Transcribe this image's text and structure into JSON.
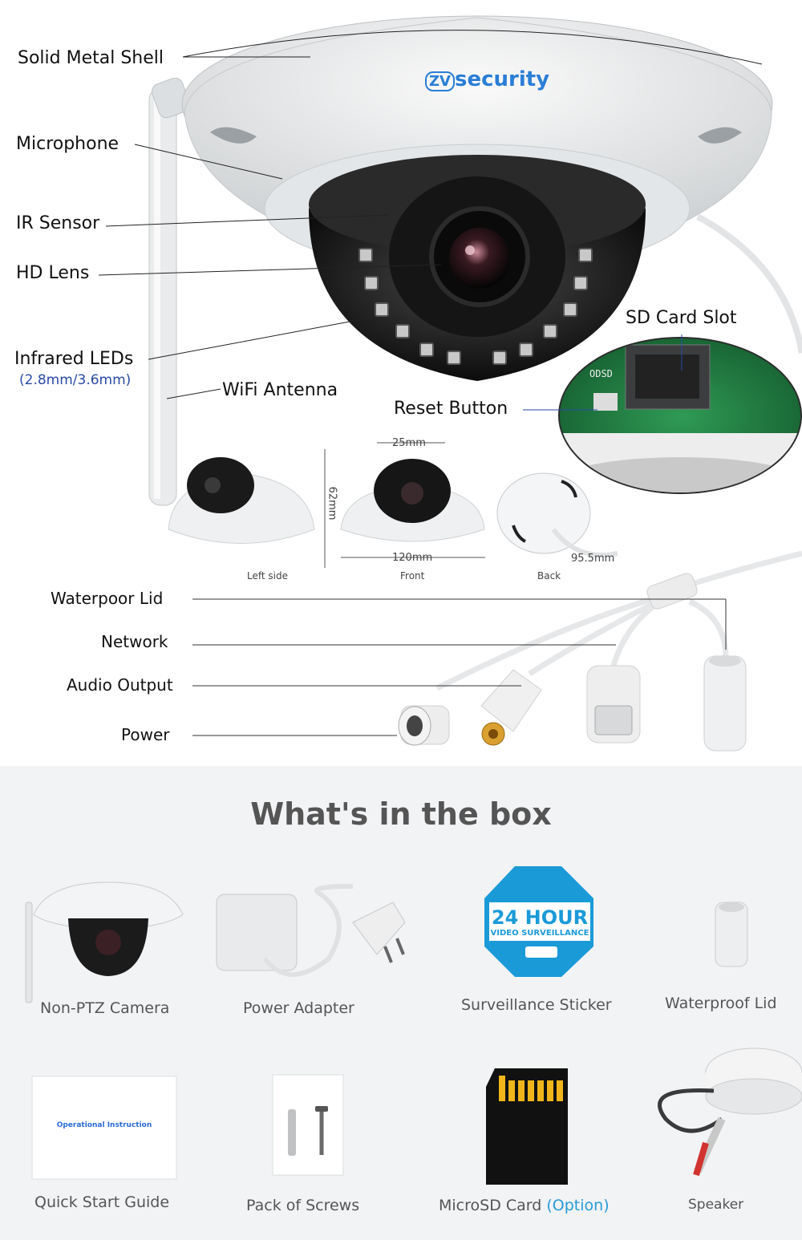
{
  "brand": {
    "logo_text": "security",
    "logo_mark": "ZV"
  },
  "features": {
    "solid_metal_shell": "Solid Metal Shell",
    "microphone": "Microphone",
    "ir_sensor": "IR Sensor",
    "hd_lens": "HD Lens",
    "infrared_leds": "Infrared LEDs",
    "lens_sizes": "(2.8mm/3.6mm)",
    "wifi_antenna": "WiFi Antenna",
    "sd_card_slot": "SD Card Slot",
    "reset_button": "Reset Button"
  },
  "dimensions": {
    "top_width": "25mm",
    "height": "62mm",
    "width": "120mm",
    "back_diameter": "95.5mm",
    "views": [
      "Left side",
      "Front",
      "Back"
    ]
  },
  "connectors": {
    "waterproof_lid": "Waterpoor Lid",
    "network": "Network",
    "audio_output": "Audio Output",
    "power": "Power"
  },
  "box": {
    "title": "What's in the box",
    "items": [
      {
        "label": "Non-PTZ Camera"
      },
      {
        "label": "Power Adapter"
      },
      {
        "label": "Surveillance Sticker"
      },
      {
        "label": "Waterproof Lid"
      },
      {
        "label": "Quick Start Guide"
      },
      {
        "label": "Pack of Screws"
      },
      {
        "label": "MicroSD Card",
        "option": "(Option)"
      },
      {
        "label": "Speaker"
      }
    ],
    "sticker_hours": "24 HOUR",
    "sticker_text": "VIDEO SURVEILLANCE",
    "guide_text": "Operational Instruction"
  },
  "colors": {
    "accent_blue": "#2a9bd6",
    "sticker_blue": "#1b9ad8",
    "label_blue": "#2a4aa6"
  },
  "icons": {
    "camera": "dome-camera-icon",
    "antenna": "antenna-icon",
    "sd_card": "microsd-card-icon",
    "speaker": "speaker-icon"
  }
}
